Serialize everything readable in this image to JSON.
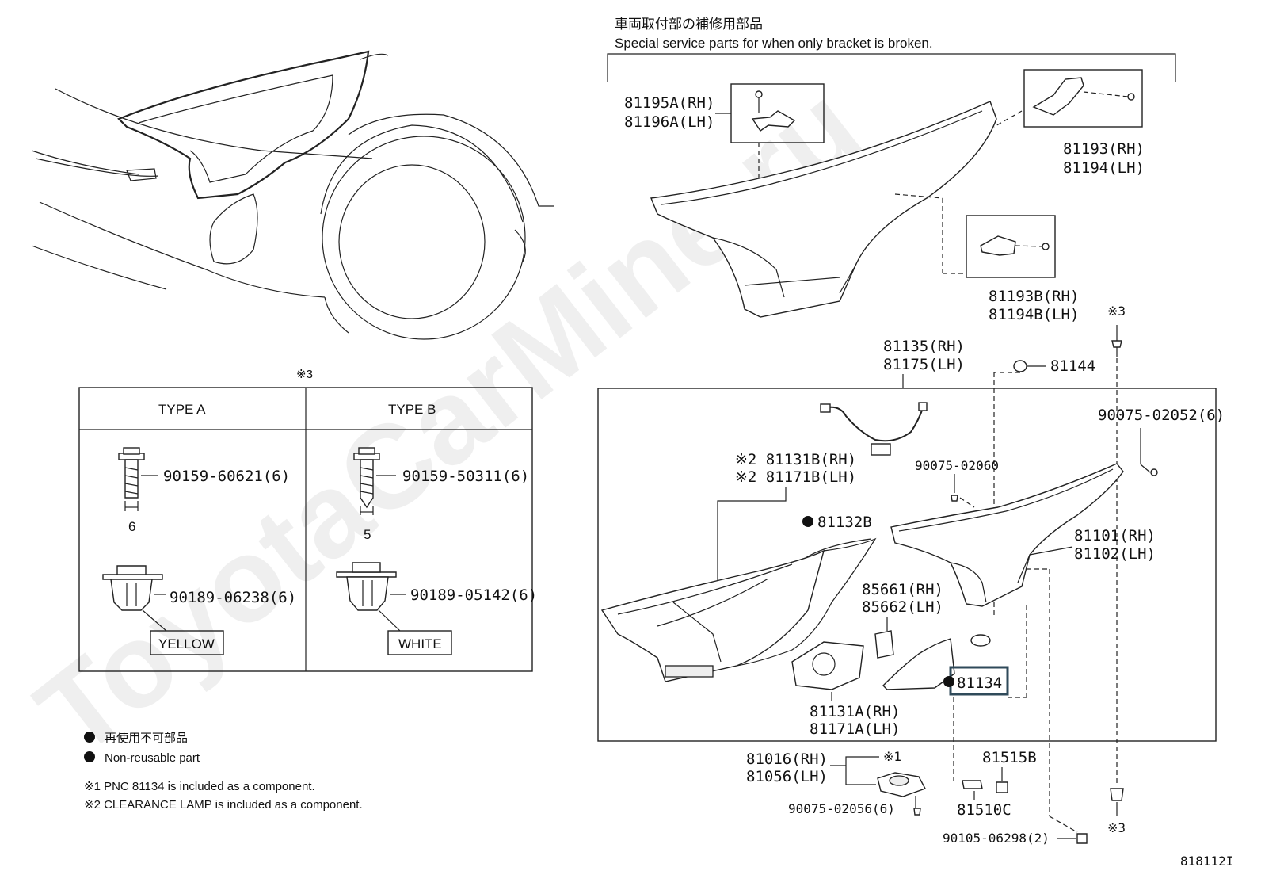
{
  "header": {
    "jp_title": "車両取付部の補修用部品",
    "en_title": "Special service parts for when only bracket is broken."
  },
  "watermark": "ToyotaCarMine.ru",
  "bracket_parts": {
    "p81195": [
      "81195A(RH)",
      "81196A(LH)"
    ],
    "p81193": [
      "81193(RH)",
      "81194(LH)"
    ],
    "p81193b": [
      "81193B(RH)",
      "81194B(LH)"
    ]
  },
  "main_parts": {
    "ref3_top": "※3",
    "p81135": [
      "81135(RH)",
      "81175(LH)"
    ],
    "p81144": "81144",
    "p90075_02052": "90075-02052(6)",
    "p90075_02060": "90075-02060",
    "p81131b": [
      "※2 81131B(RH)",
      "※2 81171B(LH)"
    ],
    "p81132b": "81132B",
    "p81101": [
      "81101(RH)",
      "81102(LH)"
    ],
    "p85661": [
      "85661(RH)",
      "85662(LH)"
    ],
    "p81134": "81134",
    "p81131a": [
      "81131A(RH)",
      "81171A(LH)"
    ],
    "p81016": [
      "81016(RH)",
      "81056(LH)"
    ],
    "ref1": "※1",
    "p81515b": "81515B",
    "p90075_02056": "90075-02056(6)",
    "p81510c": "81510C",
    "p90105_06298": "90105-06298(2)",
    "ref3_bottom": "※3",
    "diagram_id": "818112I"
  },
  "fastener_table": {
    "ref": "※3",
    "col_a": "TYPE A",
    "col_b": "TYPE B",
    "a_bolt": "90159-60621(6)",
    "a_bolt_dim": "6",
    "a_clip": "90189-06238(6)",
    "a_color": "YELLOW",
    "b_bolt": "90159-50311(6)",
    "b_bolt_dim": "5",
    "b_clip": "90189-05142(6)",
    "b_color": "WHITE"
  },
  "legend": {
    "jp_nonreusable": "再使用不可部品",
    "en_nonreusable": "Non-reusable part",
    "note1": "※1 PNC 81134 is included as a component.",
    "note2": "※2 CLEARANCE LAMP is included as a component."
  }
}
